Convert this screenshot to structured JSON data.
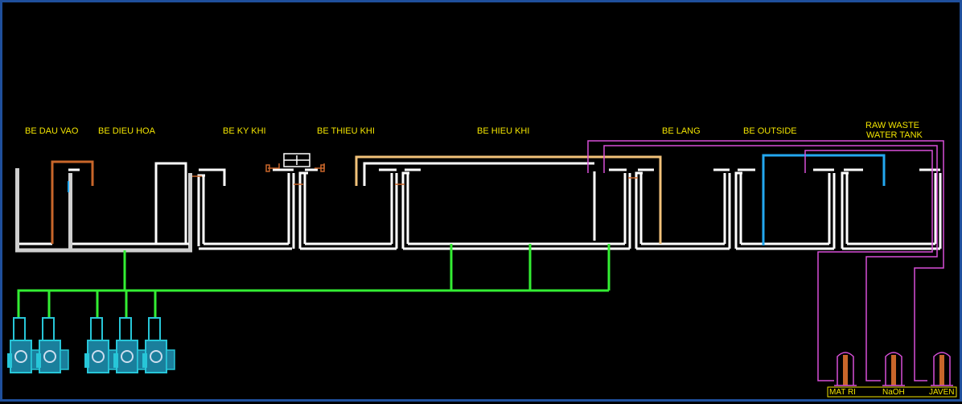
{
  "tank_labels": {
    "be_dau_vao": "BE DAU VAO",
    "be_dieu_hoa": "BE DIEU HOA",
    "be_ky_khi": "BE KY KHI",
    "be_thieu_khi": "BE THIEU KHI",
    "be_hieu_khi": "BE HIEU KHI",
    "be_lang": "BE LANG",
    "be_outside": "BE OUTSIDE",
    "raw_line1": "RAW WASTE",
    "raw_line2": "WATER TANK"
  },
  "chemical_tanks": {
    "matri": "MAT RI",
    "naoh": "NaOH",
    "javen": "JAVEN"
  },
  "colors": {
    "background": "#000000",
    "frame": "#1f4f9c",
    "walls": "#ffffff",
    "air_line": "#33ee33",
    "magenta_line": "#d84fd8",
    "orange_line": "#c8662a",
    "tan_line": "#f2c27a",
    "blue_line": "#23a8f0",
    "label_text": "#f2e400",
    "blower_body": "#27c6d8"
  }
}
